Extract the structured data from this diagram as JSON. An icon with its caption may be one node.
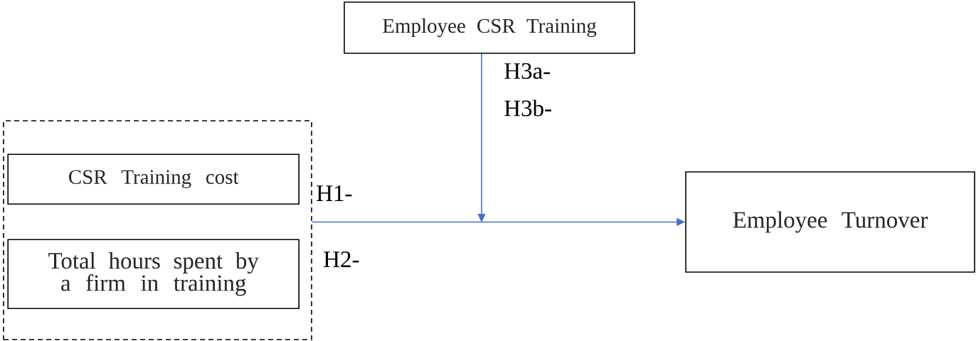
{
  "diagram": {
    "nodes": [
      {
        "text": [
          "Employee CSR Training"
        ]
      },
      {
        "text": [],
        "shape": "box"
      },
      {
        "text": [
          "CSR Training cost"
        ],
        "in": 1
      },
      {
        "text": [
          "Total hours spent by a firm in training"
        ],
        "in": 1
      },
      {
        "text": [
          "Employee Turnover"
        ]
      }
    ],
    "edges": [
      {
        "from": 0,
        "to": null,
        "arrow": "to"
      },
      {
        "from": 1,
        "to": 4,
        "arrow": "to"
      }
    ],
    "labels": [
      "H3a-",
      "H3b-",
      "H1-",
      "H2-"
    ]
  }
}
